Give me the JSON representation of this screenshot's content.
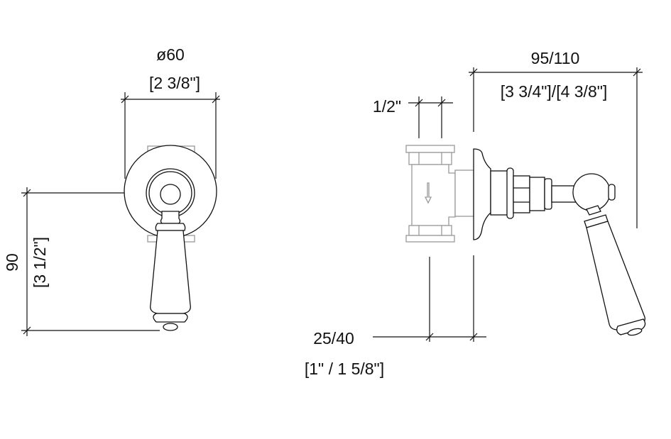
{
  "front_view": {
    "diameter_mm": "ø60",
    "diameter_in": "[2 3/8\"]",
    "height_mm": "90",
    "height_in": "[3 1/2\"]"
  },
  "side_view": {
    "depth_mm": "95/110",
    "depth_in": "[3 3/4\"]/[4 3/8\"]",
    "thread": "1/2\"",
    "wall_mm": "25/40",
    "wall_in": "[1\" / 1 5/8\"]"
  },
  "colors": {
    "line": "#111111",
    "fitting": "#999999"
  }
}
